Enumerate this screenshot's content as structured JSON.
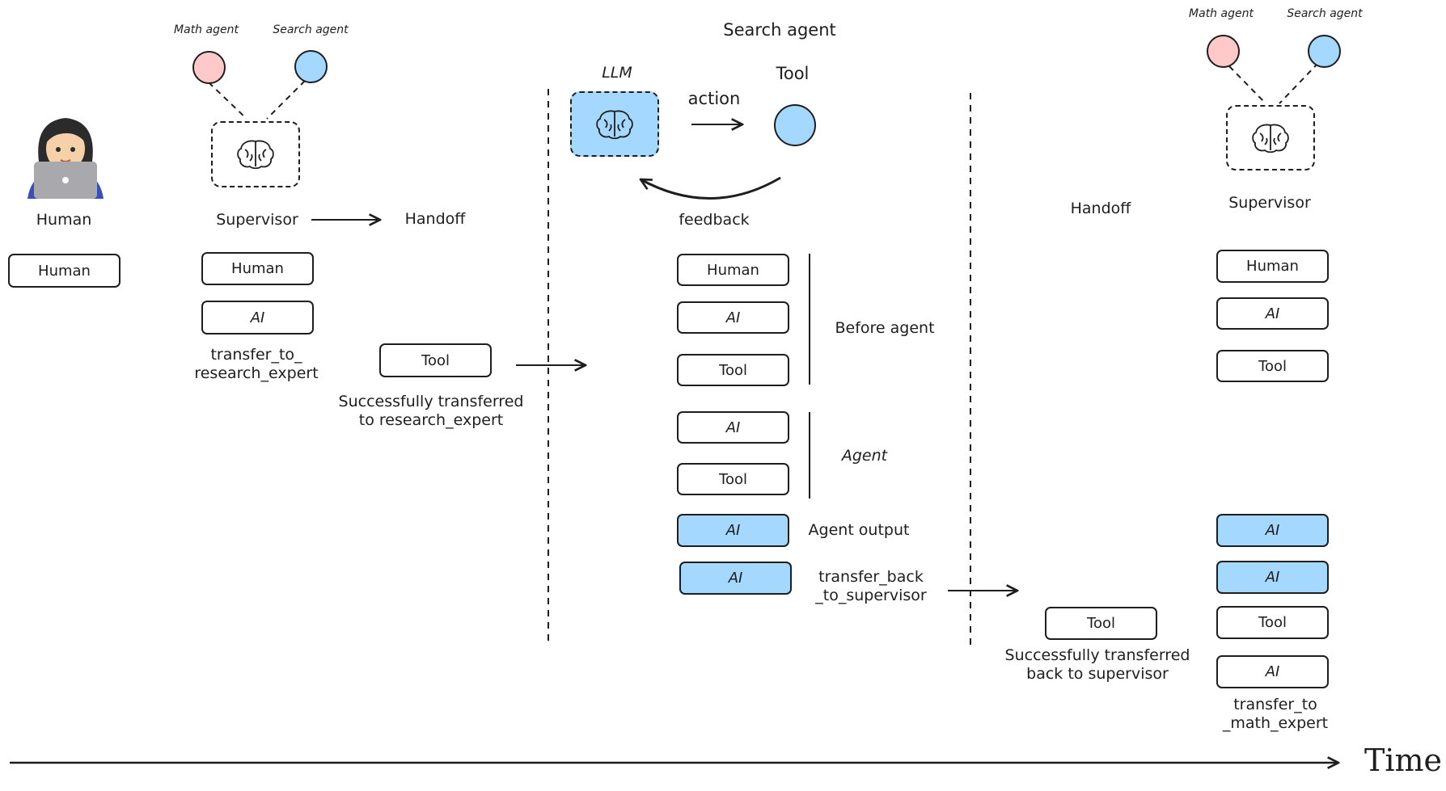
{
  "labels": {
    "math_agent": "Math agent",
    "search_agent": "Search agent",
    "human": "Human",
    "supervisor": "Supervisor",
    "handoff": "Handoff",
    "search_agent_title": "Search agent",
    "llm": "LLM",
    "tool": "Tool",
    "action": "action",
    "feedback": "feedback",
    "before_agent": "Before agent",
    "agent": "Agent",
    "agent_output": "Agent output",
    "transfer_back": "transfer_back\n_to_supervisor",
    "transfer_to_research": "transfer_to_\nresearch_expert",
    "success_research": "Successfully transferred\nto research_expert",
    "success_back": "Successfully transferred\nback to supervisor",
    "transfer_to_math": "transfer_to\n_math_expert",
    "time": "Time"
  },
  "messages": {
    "human_col": [
      "Human"
    ],
    "supervisor_col": [
      "Human",
      "AI"
    ],
    "handoff_col": [
      "Tool"
    ],
    "search_before": [
      "Human",
      "AI",
      "Tool"
    ],
    "search_agent": [
      "AI",
      "Tool"
    ],
    "search_output": [
      "AI",
      "AI"
    ],
    "handoff2_col": [
      "Tool"
    ],
    "supervisor2_col": [
      "Human",
      "AI",
      "Tool",
      "AI",
      "AI",
      "Tool",
      "AI"
    ]
  },
  "colors": {
    "blue": "#a5d8ff",
    "pink": "#ffc9c9",
    "stroke": "#1e1e1e"
  },
  "icons": [
    "human-emoji-icon",
    "brain-icon",
    "laptop-icon"
  ]
}
